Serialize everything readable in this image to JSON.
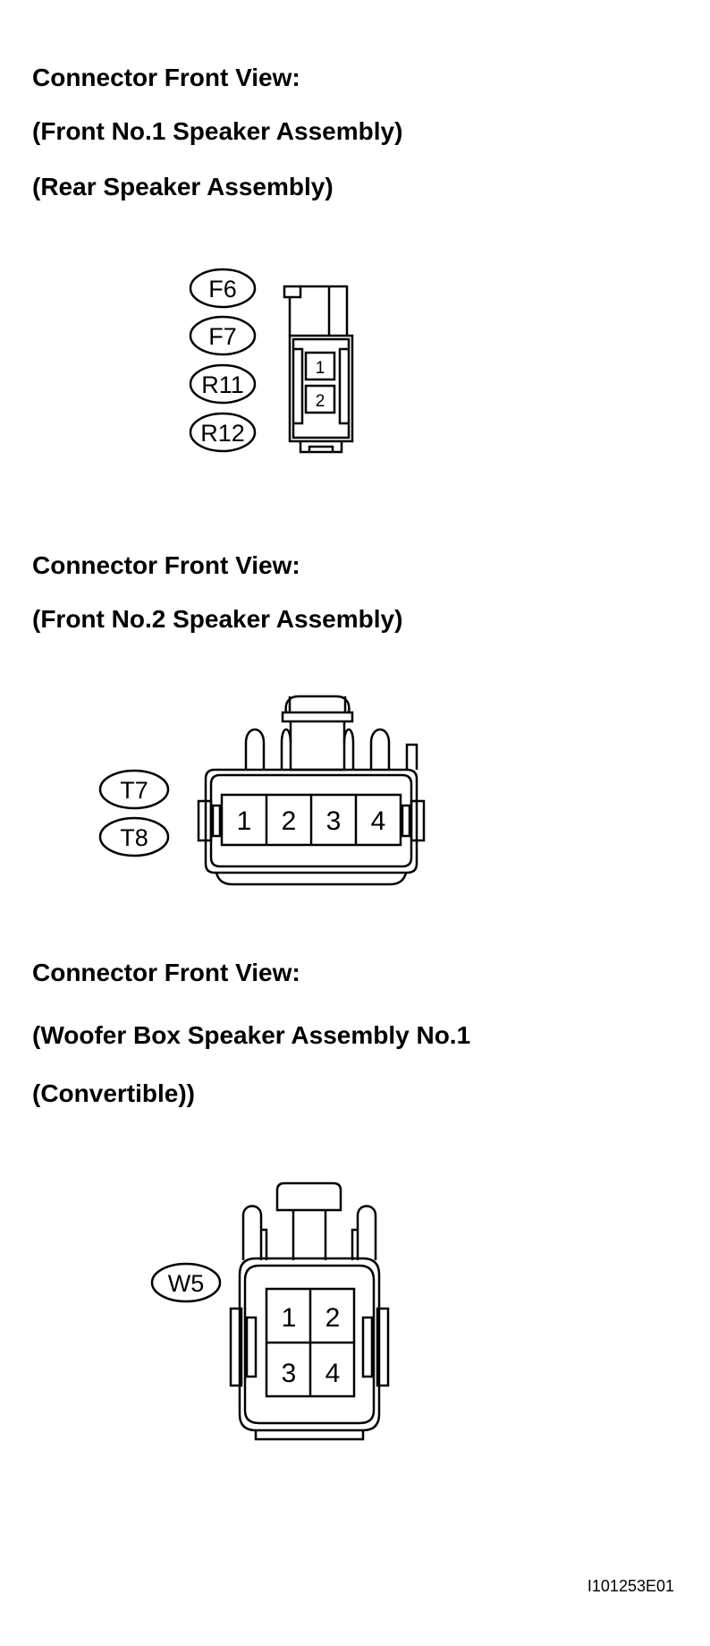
{
  "section1": {
    "heading": "Connector Front View:",
    "subheadings": [
      "(Front No.1 Speaker Assembly)",
      "(Rear Speaker Assembly)"
    ],
    "connector_codes": [
      "F6",
      "F7",
      "R11",
      "R12"
    ],
    "pins": [
      "1",
      "2"
    ]
  },
  "section2": {
    "heading": "Connector Front View:",
    "subheadings": [
      "(Front No.2 Speaker Assembly)"
    ],
    "connector_codes": [
      "T7",
      "T8"
    ],
    "pins": [
      "1",
      "2",
      "3",
      "4"
    ]
  },
  "section3": {
    "heading": "Connector Front View:",
    "subheadings": [
      "(Woofer Box Speaker Assembly No.1",
      "(Convertible))"
    ],
    "connector_codes": [
      "W5"
    ],
    "pins": [
      "1",
      "2",
      "3",
      "4"
    ]
  },
  "figure_id": "I101253E01"
}
